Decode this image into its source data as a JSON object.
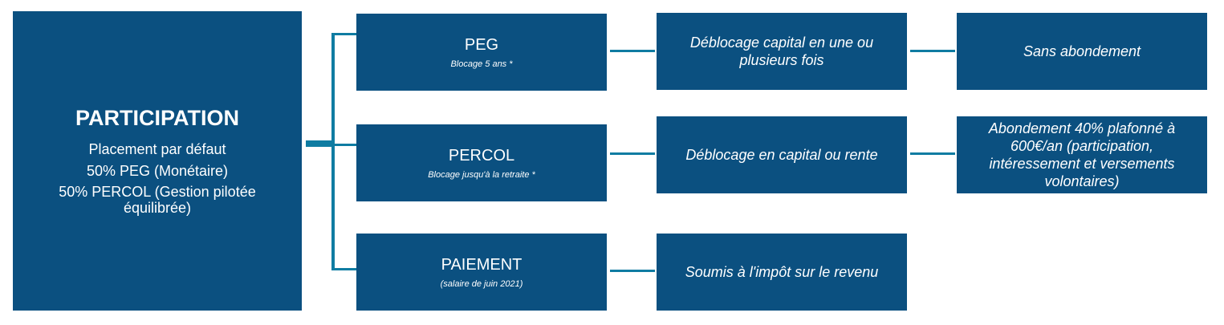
{
  "main": {
    "title": "PARTICIPATION",
    "line1": "Placement par défaut",
    "line2": "50% PEG (Monétaire)",
    "line3": "50% PERCOL (Gestion pilotée équilibrée)"
  },
  "products": [
    {
      "name": "PEG",
      "sub": "Blocage 5 ans *"
    },
    {
      "name": "PERCOL",
      "sub": "Blocage jusqu'à la retraite *"
    },
    {
      "name": "PAIEMENT",
      "sub": "(salaire de juin 2021)"
    }
  ],
  "releases": [
    {
      "text": "Déblocage capital en une ou plusieurs fois"
    },
    {
      "text": "Déblocage en capital ou rente"
    },
    {
      "text": "Soumis à l'impôt sur le revenu"
    }
  ],
  "matching": [
    {
      "text": "Sans abondement"
    },
    {
      "text": "Abondement 40% plafonné à 600€/an (participation,  intéressement et versements volontaires)"
    }
  ],
  "colors": {
    "box": "#0b5080",
    "connector": "#0f7ca2",
    "text": "#ffffff"
  }
}
